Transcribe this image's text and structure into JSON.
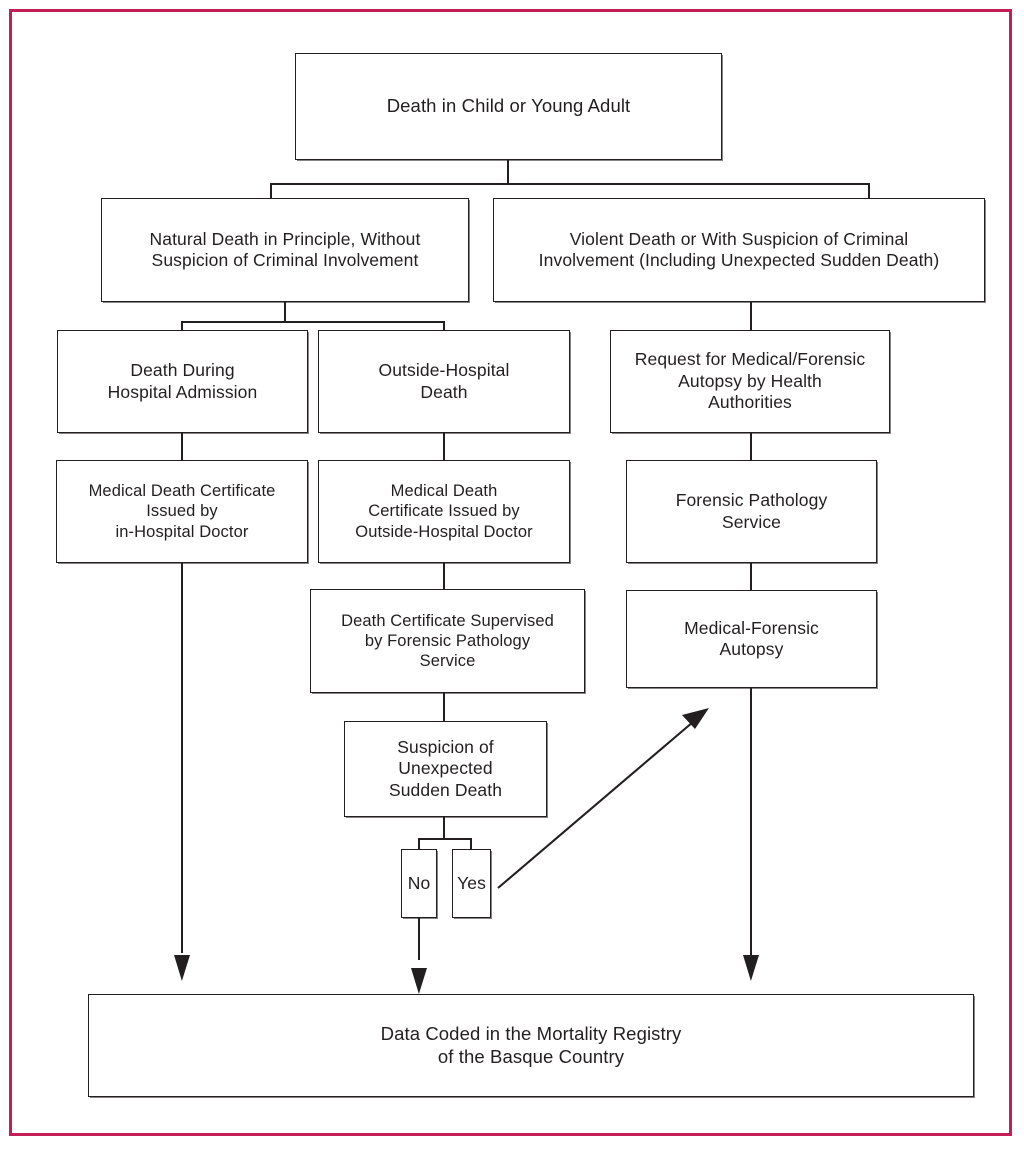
{
  "figure": {
    "type": "flowchart",
    "border_color": "#c41e56",
    "line_color": "#231f20",
    "background": "#ffffff",
    "title": "Death in Child or Young Adult - Mortality Registry Flow"
  },
  "nodes": {
    "root": {
      "label": "Death in Child or Young Adult"
    },
    "natural_death": {
      "label": "Natural Death in Principle, Without\nSuspicion of Criminal Involvement"
    },
    "violent_death": {
      "label": "Violent Death or With Suspicion of Criminal\nInvolvement (Including Unexpected Sudden Death)"
    },
    "hospital_death": {
      "label": "Death During\nHospital Admission"
    },
    "outside_hospital_death": {
      "label": "Outside-Hospital\nDeath"
    },
    "autopsy_request": {
      "label": "Request for Medical/Forensic\nAutopsy by Health\nAuthorities"
    },
    "cert_in_hospital": {
      "label": "Medical Death Certificate\nIssued by\nin-Hospital Doctor"
    },
    "cert_outside_hospital": {
      "label": "Medical Death\nCertificate Issued by\nOutside-Hospital Doctor"
    },
    "forensic_service": {
      "label": "Forensic Pathology\nService"
    },
    "cert_supervised": {
      "label": "Death Certificate Supervised\nby Forensic Pathology\nService"
    },
    "forensic_autopsy": {
      "label": "Medical-Forensic\nAutopsy"
    },
    "suspicion_sudden": {
      "label": "Suspicion of\nUnexpected\nSudden Death"
    },
    "decision_no": {
      "label": "No"
    },
    "decision_yes": {
      "label": "Yes"
    },
    "registry": {
      "label": "Data Coded in the Mortality Registry\nof the Basque Country"
    }
  },
  "edges": [
    {
      "from": "root",
      "to": "natural_death"
    },
    {
      "from": "root",
      "to": "violent_death"
    },
    {
      "from": "natural_death",
      "to": "hospital_death"
    },
    {
      "from": "natural_death",
      "to": "outside_hospital_death"
    },
    {
      "from": "violent_death",
      "to": "autopsy_request"
    },
    {
      "from": "hospital_death",
      "to": "cert_in_hospital"
    },
    {
      "from": "outside_hospital_death",
      "to": "cert_outside_hospital"
    },
    {
      "from": "autopsy_request",
      "to": "forensic_service"
    },
    {
      "from": "cert_outside_hospital",
      "to": "cert_supervised"
    },
    {
      "from": "forensic_service",
      "to": "forensic_autopsy"
    },
    {
      "from": "cert_supervised",
      "to": "suspicion_sudden"
    },
    {
      "from": "suspicion_sudden",
      "to": "decision_no"
    },
    {
      "from": "suspicion_sudden",
      "to": "decision_yes"
    },
    {
      "from": "decision_yes",
      "to": "forensic_autopsy",
      "style": "diagonal-arrow"
    },
    {
      "from": "cert_in_hospital",
      "to": "registry",
      "style": "arrow"
    },
    {
      "from": "decision_no",
      "to": "registry",
      "style": "arrow"
    },
    {
      "from": "forensic_autopsy",
      "to": "registry",
      "style": "arrow"
    }
  ]
}
